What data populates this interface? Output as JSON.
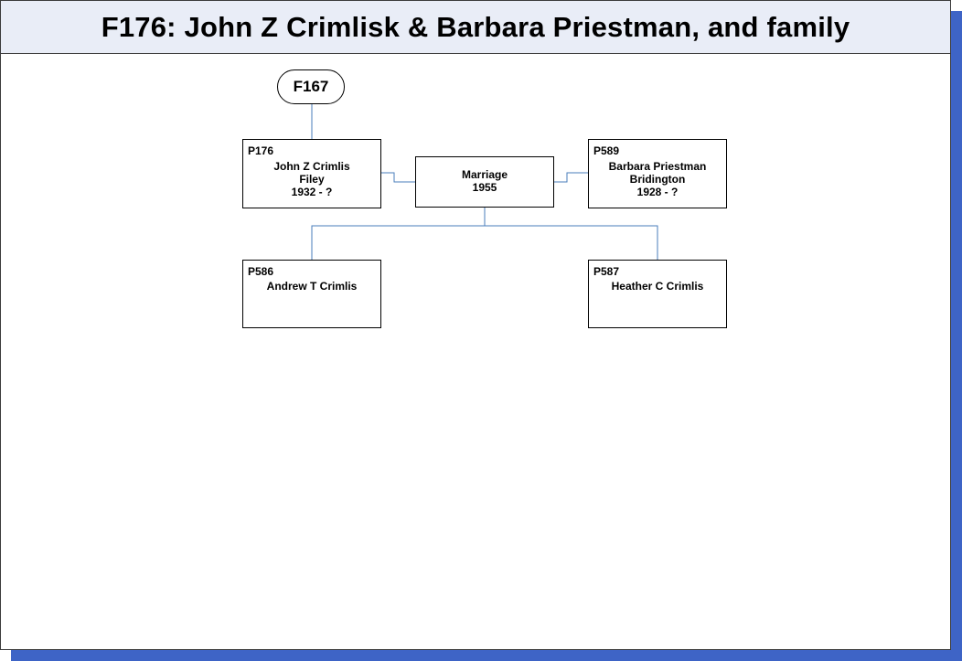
{
  "title": "F176: John Z Crimlisk & Barbara Priestman, and family",
  "parent_family": "F167",
  "husband": {
    "id": "P176",
    "name": "John Z Crimlis",
    "place": "Filey",
    "dates": "1932 - ?"
  },
  "wife": {
    "id": "P589",
    "name": "Barbara Priestman",
    "place": "Bridington",
    "dates": "1928 - ?"
  },
  "marriage": {
    "label": "Marriage",
    "year": "1955"
  },
  "children": [
    {
      "id": "P586",
      "name": "Andrew T Crimlis"
    },
    {
      "id": "P587",
      "name": "Heather C Crimlis"
    }
  ],
  "colors": {
    "connector": "#4a7ebb",
    "shadow": "#3e64c6",
    "header_bg": "#e9edf7"
  }
}
